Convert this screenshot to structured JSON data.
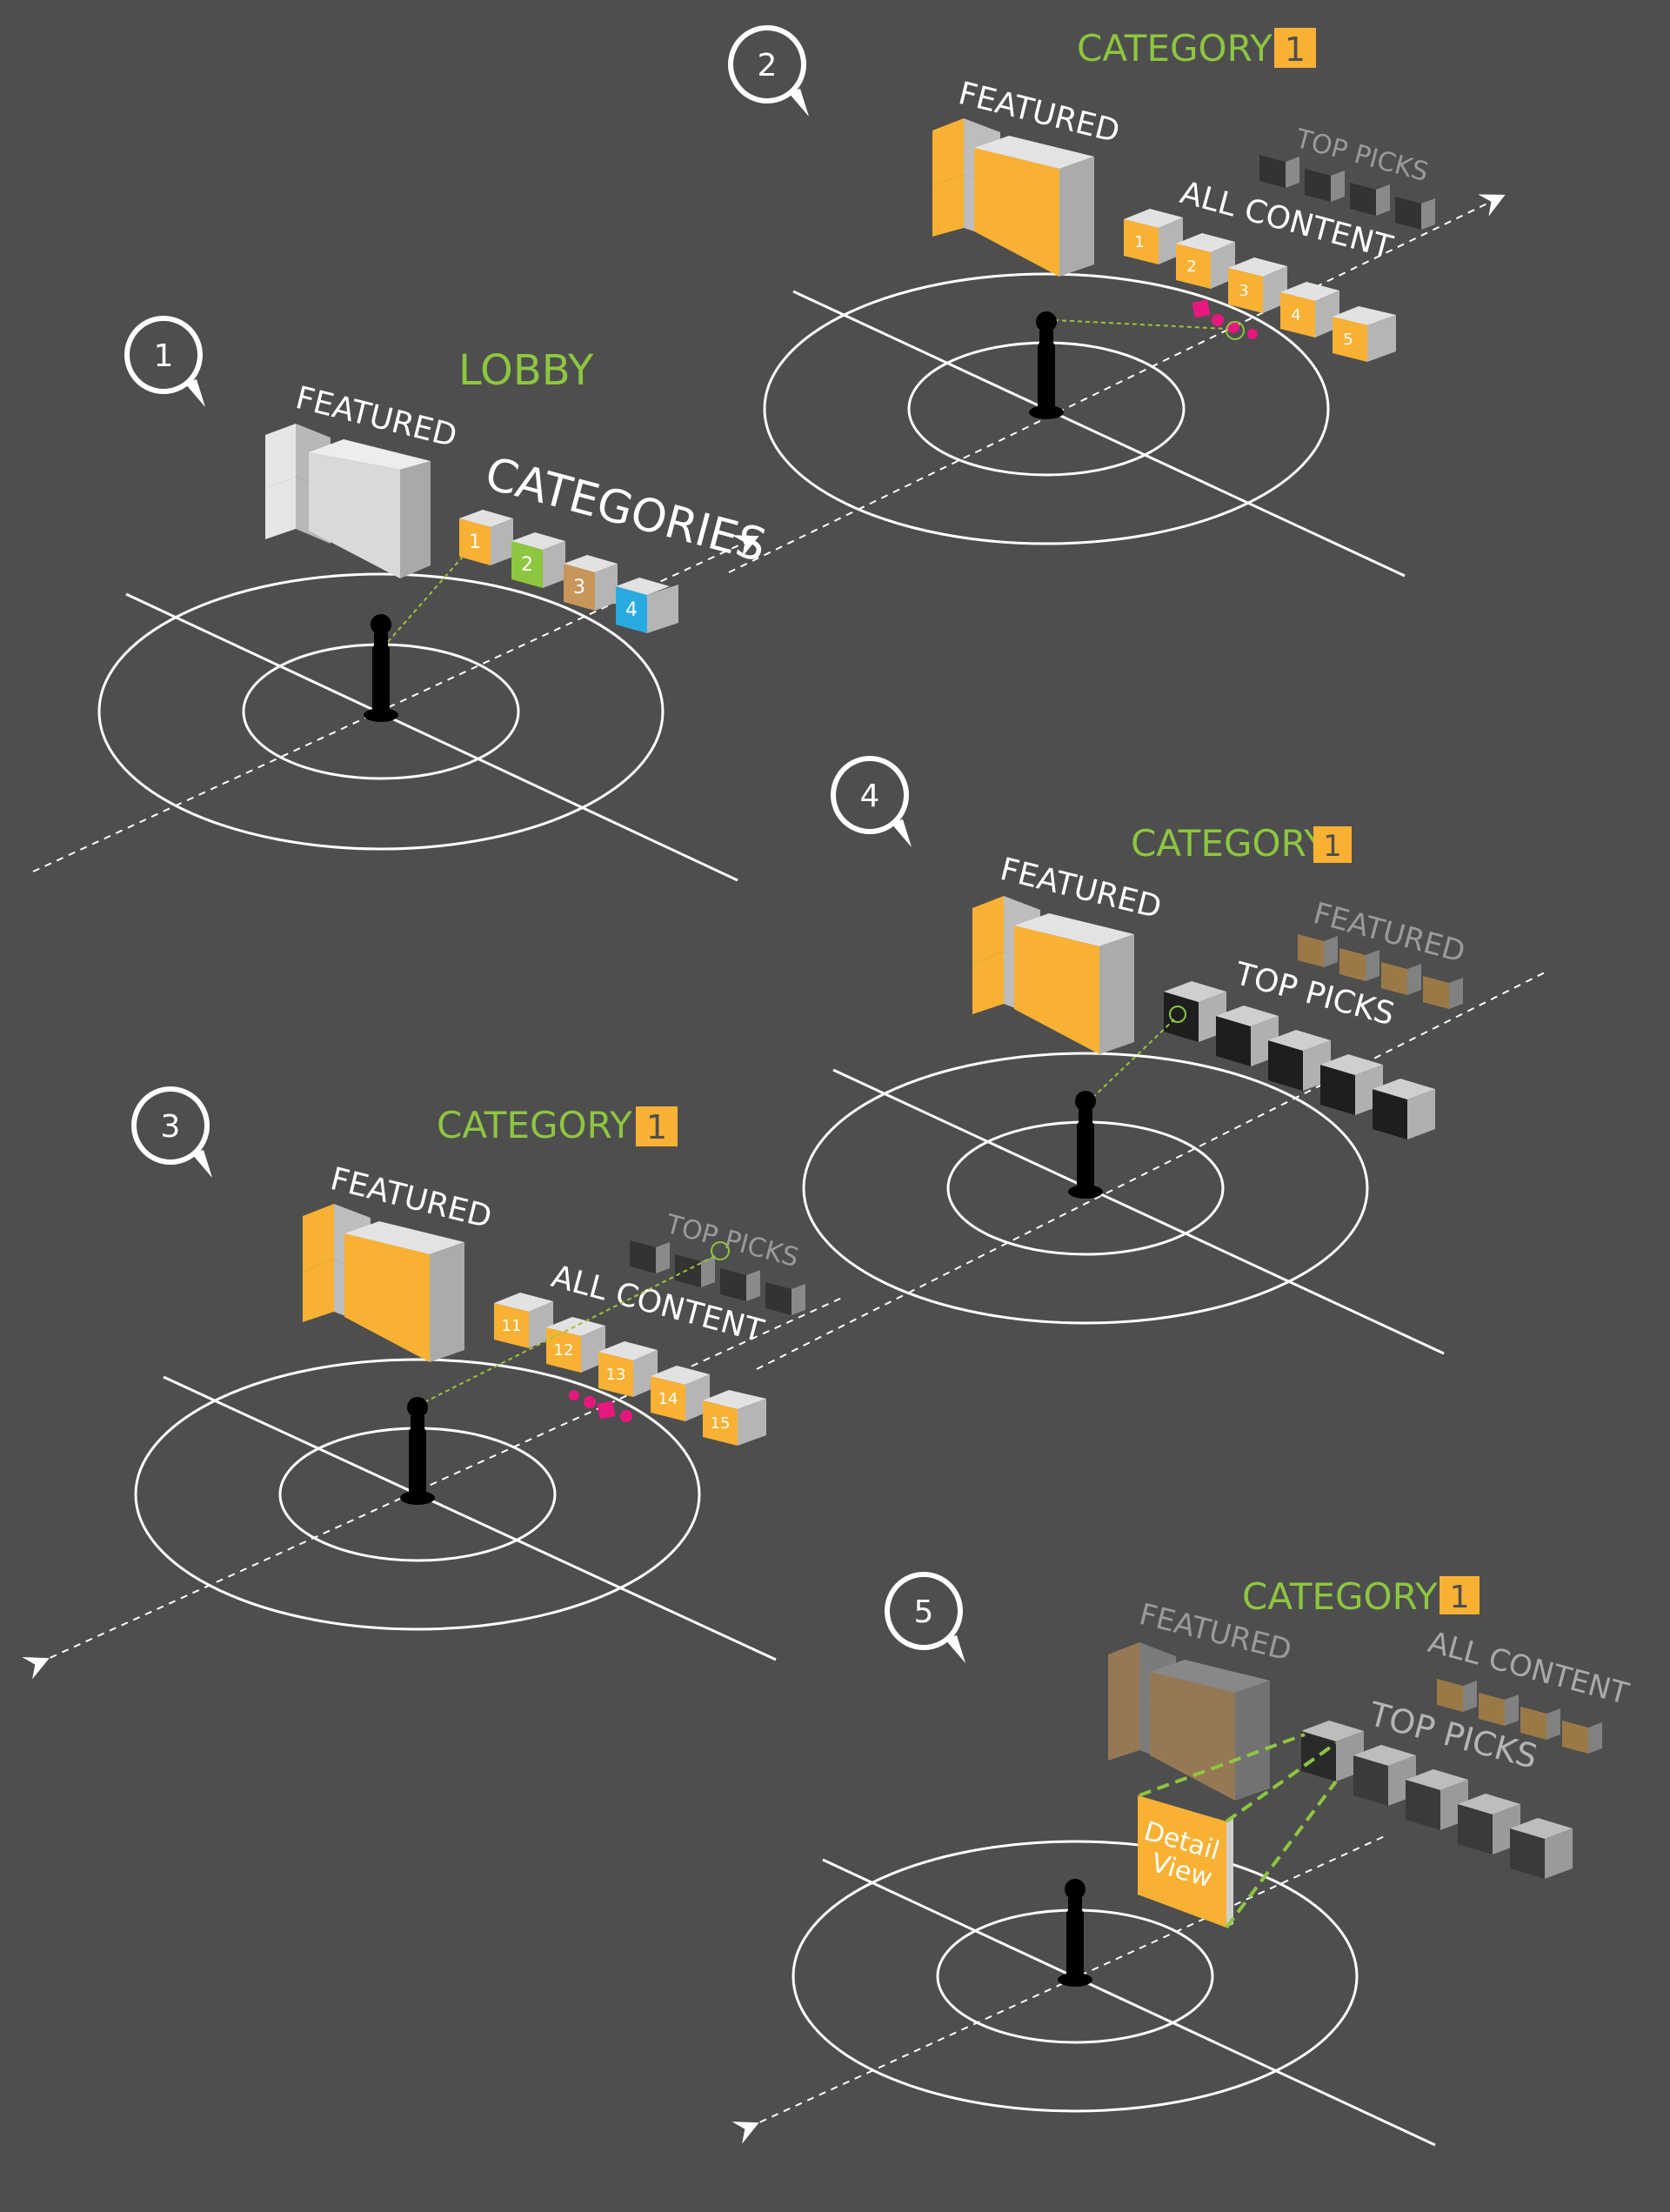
{
  "panels": [
    {
      "step": "1",
      "heading": "LOBBY",
      "heading_badge": "",
      "featured_label": "FEATURED",
      "row1_label": "CATEGORIES",
      "row2_label": "",
      "tiles": [
        "1",
        "2",
        "3",
        "4"
      ]
    },
    {
      "step": "2",
      "heading": "CATEGORY",
      "heading_badge": "1",
      "featured_label": "FEATURED",
      "row1_label": "ALL CONTENT",
      "row2_label": "TOP PICKS",
      "tiles": [
        "1",
        "2",
        "3",
        "4",
        "5"
      ]
    },
    {
      "step": "3",
      "heading": "CATEGORY",
      "heading_badge": "1",
      "featured_label": "FEATURED",
      "row1_label": "ALL CONTENT",
      "row2_label": "TOP PICKS",
      "tiles": [
        "11",
        "12",
        "13",
        "14",
        "15"
      ]
    },
    {
      "step": "4",
      "heading": "CATEGORY",
      "heading_badge": "1",
      "featured_label": "FEATURED",
      "row1_label": "TOP PICKS",
      "row2_label": "FEATURED",
      "tiles": []
    },
    {
      "step": "5",
      "heading": "CATEGORY",
      "heading_badge": "1",
      "featured_label": "FEATURED",
      "row1_label": "TOP PICKS",
      "row2_label": "ALL CONTENT",
      "tiles": [],
      "detail_line1": "Detail",
      "detail_line2": "View"
    }
  ],
  "colors": {
    "background": "#4e4e4e",
    "heading": "#8dc63f",
    "orange": "#f8b133",
    "green": "#8dc63f",
    "tan": "#c8955a",
    "blue": "#29abe2",
    "magenta": "#e6187e",
    "gray_box": "#cfcfcf",
    "dark_box": "#1e1e1e"
  }
}
